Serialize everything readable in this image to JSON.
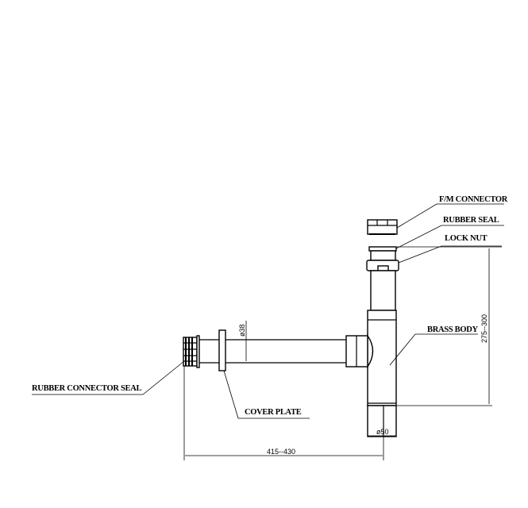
{
  "labels": {
    "fm_connector": "F/M CONNECTOR",
    "rubber_seal": "RUBBER SEAL",
    "lock_nut": "LOCK NUT",
    "brass_body": "BRASS BODY",
    "rubber_connector_seal": "RUBBER CONNECTOR SEAL",
    "cover_plate": "COVER PLATE"
  },
  "dimensions": {
    "pipe_diameter": "ø38",
    "outlet_diameter": "ø50",
    "height_range": "275--300",
    "length_range": "415--430"
  }
}
